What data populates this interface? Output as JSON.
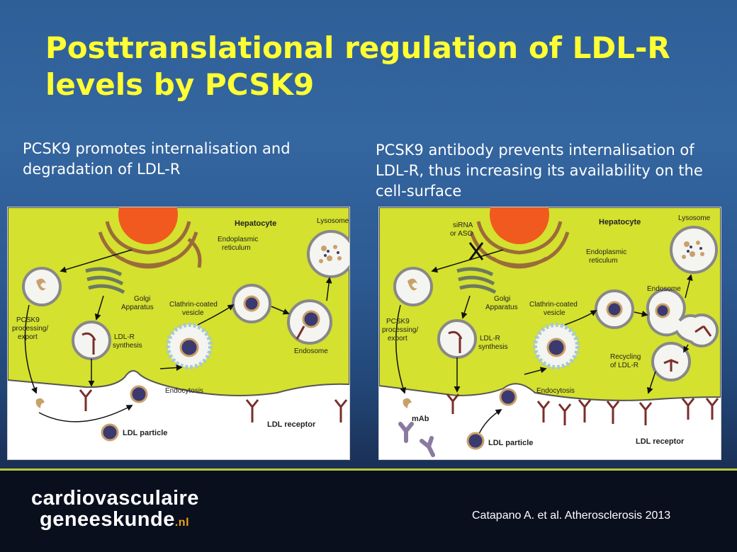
{
  "title": "Posttranslational regulation of LDL-R levels by PCSK9",
  "left_caption": "PCSK9 promotes internalisation and degradation of LDL-R",
  "right_caption": "PCSK9 antibody prevents internalisation of LDL-R, thus increasing its availability on the cell-surface",
  "panel_left": {
    "hepatocyte": "Hepatocyte",
    "lysosome": "Lysosome",
    "er": [
      "Endoplasmic",
      "reticulum"
    ],
    "golgi": [
      "Golgi",
      "Apparatus"
    ],
    "clathrin": [
      "Clathrin-coated",
      "vesicle"
    ],
    "pcsk9": [
      "PCSK9",
      "processing/",
      "export"
    ],
    "ldlr_synth": [
      "LDL-R",
      "synthesis"
    ],
    "endosome": "Endosome",
    "endocytosis": "Endocytosis",
    "ldl_particle": "LDL particle",
    "ldl_receptor": "LDL receptor"
  },
  "panel_right": {
    "hepatocyte": "Hepatocyte",
    "lysosome": "Lysosome",
    "sirna": [
      "siRNA",
      "or ASO"
    ],
    "er": [
      "Endoplasmic",
      "reticulum"
    ],
    "golgi": [
      "Golgi",
      "Apparatus"
    ],
    "clathrin": [
      "Clathrin-coated",
      "vesicle"
    ],
    "endosome": "Endosome",
    "pcsk9": [
      "PCSK9",
      "processing/",
      "export"
    ],
    "ldlr_synth": [
      "LDL-R",
      "synthesis"
    ],
    "recycling": [
      "Recycling",
      "of LDL-R"
    ],
    "endocytosis": "Endocytosis",
    "mab": "mAb",
    "ldl_particle": "LDL particle",
    "ldl_receptor": "LDL receptor"
  },
  "footer": {
    "logo_line1": "cardiovasculaire",
    "logo_line2": "geneeskunde",
    "logo_suffix": ".nl",
    "reference": "Catapano A. et al. Atherosclerosis 2013"
  },
  "colors": {
    "title": "#ffff33",
    "cytoplasm": "#d4e12e",
    "nucleus": "#f05a1e",
    "receptor": "#7a2e2a",
    "footer_accent": "#f2a21a"
  }
}
